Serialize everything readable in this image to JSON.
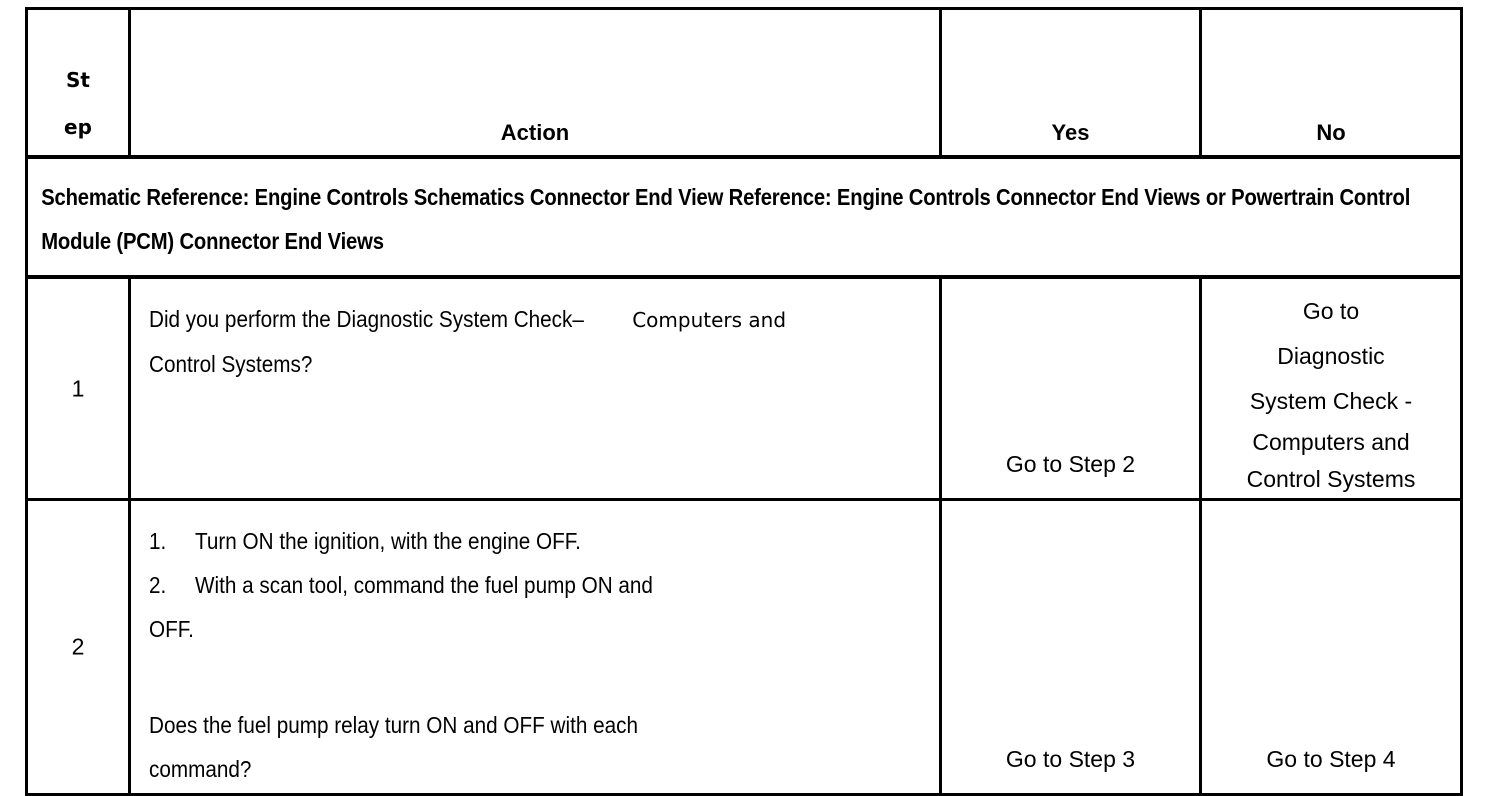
{
  "document": {
    "type": "diagnostic-procedure-table",
    "title": "Fuel Pump Relay Circuit Diagnostic Table"
  },
  "table": {
    "headers": {
      "step_line1": "St",
      "step_line2": "ep",
      "action": "Action",
      "yes": "Yes",
      "no": "No"
    },
    "schematic_row": {
      "text": "Schematic Reference: Engine Controls Schematics Connector End View Reference: Engine Controls Connector End Views or Powertrain Control Module (PCM) Connector End Views"
    },
    "rows": [
      {
        "step": "1",
        "action": {
          "narrow_part": "Did you perform the Diagnostic System Check–",
          "wide_part": "Computers  and",
          "line2": "Control Systems?"
        },
        "yes": "Go to Step 2",
        "no_lines": [
          "Go to",
          "Diagnostic",
          "System Check -",
          "Computers and",
          "Control Systems"
        ]
      },
      {
        "step": "2",
        "action": {
          "items": [
            {
              "num": "1.",
              "text": "Turn ON the ignition, with the engine OFF."
            },
            {
              "num": "2.",
              "text": "With a scan tool, command the fuel pump ON and"
            }
          ],
          "continuation": "OFF.",
          "question_line1": " Does the fuel pump relay turn ON and OFF with each",
          "question_line2": "command?"
        },
        "yes": "Go to Step 3",
        "no": "Go to Step 4"
      }
    ]
  },
  "colors": {
    "border": "#000000",
    "text": "#000000",
    "background": "#ffffff"
  }
}
